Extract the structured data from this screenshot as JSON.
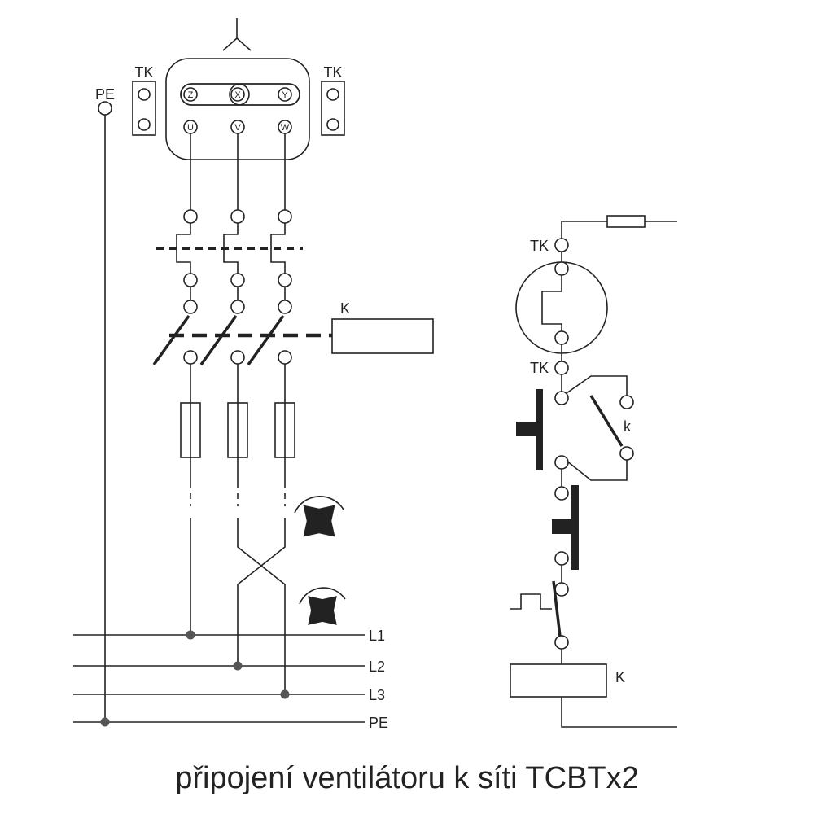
{
  "labels": {
    "pe_terminal": "PE",
    "tk_left": "TK",
    "tk_right": "TK",
    "motor_z": "Z",
    "motor_x": "X",
    "motor_y": "Y",
    "motor_u": "U",
    "motor_v": "V",
    "motor_w": "W",
    "contactor_k": "K",
    "line_l1": "L1",
    "line_l2": "L2",
    "line_l3": "L3",
    "line_pe": "PE",
    "control_tk_top": "TK",
    "control_tk_bottom": "TK",
    "control_k_contact": "k",
    "control_coil_k": "K"
  },
  "caption": "připojení ventilátoru k síti TCBTx2",
  "icons": {
    "fan_reverse": "fan-rotation-ccw-icon",
    "fan_forward": "fan-rotation-cw-icon",
    "star_symbol": "star-connection-icon",
    "fuse": "fuse-icon"
  },
  "colors": {
    "line": "#222222",
    "junction": "#555555",
    "background": "#ffffff"
  }
}
